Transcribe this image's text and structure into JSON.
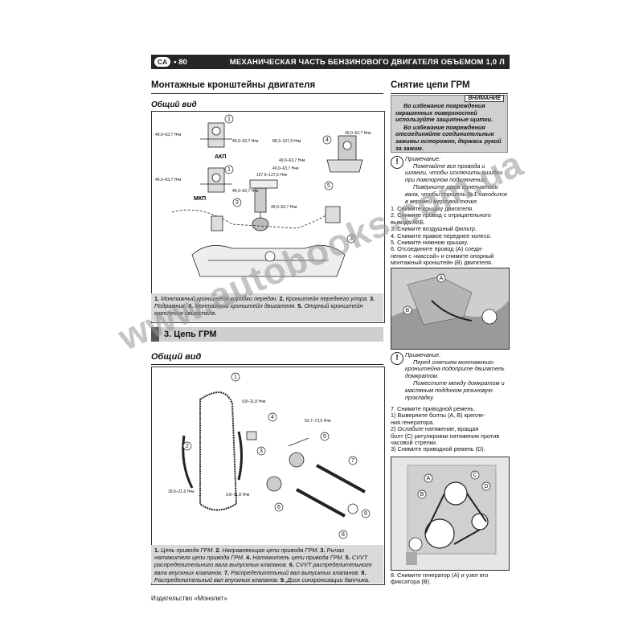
{
  "header": {
    "badge": "CA",
    "page_number": "• 80",
    "title": "МЕХАНИЧЕСКАЯ ЧАСТЬ БЕНЗИНОВОГО ДВИГАТЕЛЯ ОБЪЕМОМ 1,0 Л"
  },
  "left": {
    "section1_title": "Монтажные кронштейны двигателя",
    "sub1": "Общий вид",
    "fig1": {
      "akp": "АКП",
      "mkp": "МКП",
      "torques": [
        "49,0–63,7 Н•м",
        "49,0–63,7 Н•м",
        "49,0–63,7 Н•м",
        "49,0–63,7 Н•м",
        "107,9–127,5 Н•м",
        "49,0–63,7 Н•м",
        "88,3–107,9 Н•м",
        "49,0–63,7 Н•м",
        "49,0–63,7 Н•м",
        "49,0–63,7 Н•м"
      ],
      "callouts": [
        "1",
        "1",
        "2",
        "3",
        "4",
        "5"
      ]
    },
    "caption1": {
      "n1": "1.",
      "t1": " Монтажный кронштейн коробки передач. ",
      "n2": "2.",
      "t2": " Кронштейн переднего упора. ",
      "n3": "3.",
      "t3": " Подрамник. ",
      "n4": "4.",
      "t4": " Монтажный кронштейн двигателя. ",
      "n5": "5.",
      "t5": " Опорный кронштейн крепления двигателя."
    },
    "banner": "3. Цепь ГРМ",
    "sub2": "Общий вид",
    "fig2": {
      "torques": [
        "9,8–11,8 Н•м",
        "63,7–73,5 Н•м",
        "18,6–21,6 Н•м",
        "9,8–11,8 Н•м"
      ],
      "callouts": [
        "1",
        "2",
        "3",
        "4",
        "5",
        "6",
        "7",
        "8",
        "9"
      ]
    },
    "caption2": {
      "n1": "1.",
      "t1": " Цепь привода ГРМ. ",
      "n2": "2.",
      "t2": " Направляющая цепи привода ГРМ. ",
      "n3": "3.",
      "t3": " Рычаг натяжителя цепи привода ГРМ. ",
      "n4": "4.",
      "t4": " Натяжитель цепи привода ГРМ. ",
      "n5": "5.",
      "t5": " CVVT распределительного вала выпускных клапанов. ",
      "n6": "6.",
      "t6": " CVVT распределительного вала впускных клапанов. ",
      "n7": "7.",
      "t7": " Распределительный вал выпускных клапанов. ",
      "n8": "8.",
      "t8": " Распределительный вал впускных клапанов. ",
      "n9": "9.",
      "t9": " Диск синхронизации датчика."
    }
  },
  "right": {
    "section_title": "Снятие цепи ГРМ",
    "warning_label": "ВНИМАНИЕ",
    "warning_p1": "Во избежание повреждения окрашенных поверхностей используйте защитные щитки.",
    "warning_p2": "Во избежание повреждения отсоединяйте соединительные зажимы осторожно, держась рукой за зажим.",
    "note1_label": "Примечание:",
    "note1_p1": "Помечайте все провода и шланги, чтобы исключить ошибки при повторном подключении.",
    "note1_p2": "Поверните шкив коленчатого вала, чтобы поршень №1 находился в верхней мертвой точке.",
    "steps1": [
      "1.  Снимите крышку двигателя.",
      "2.  Снимите провод с отрицательного",
      "     вывода АКБ.",
      "3.  Снимите воздушный фильтр.",
      "4.  Снимите правое переднее колесо.",
      "5.  Снимите нижнюю крышку.",
      "6.  Отсоедините провод (A) соеди-",
      "     нения с «массой» и снимите опорный",
      "     монтажный кронштейн (B) двигателя."
    ],
    "photo1_labels": [
      "A",
      "B"
    ],
    "note2_label": "Примечание:",
    "note2_p1": "Перед снятием монтажного кронштейна подоприте двигатель домкратом.",
    "note2_p2": "Поместите между домкратом и масляным поддоном резиновую прокладку.",
    "steps2": [
      "7.  Снимите приводной ремень.",
      "     1) Выверните болты (A, B) крепле-",
      "     ния генератора.",
      "     2) Ослабьте натяжение, вращая",
      "     болт (C) регулировки натяжения против",
      "     часовой стрелки.",
      "     3) Снимите приводной ремень (D)."
    ],
    "photo2_labels": [
      "A",
      "B",
      "C",
      "D"
    ],
    "steps3": [
      "8.  Снимите генератор (A) и узел его",
      "     фиксатора (B)."
    ]
  },
  "footer": "Издательство «Монолит»",
  "watermark": "www.autobooks.com.ua"
}
